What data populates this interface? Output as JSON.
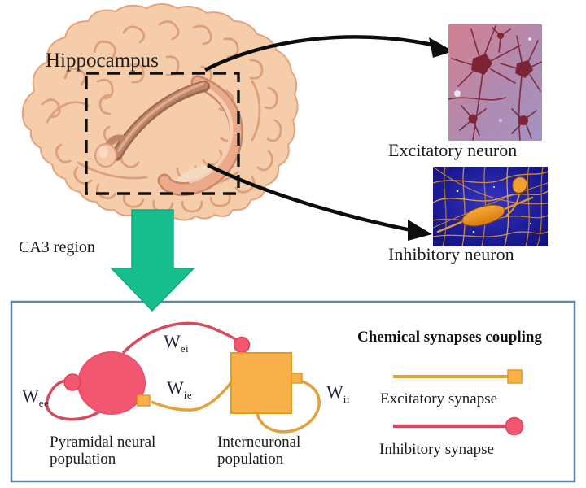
{
  "brain": {
    "hippocampus_label": "Hippocampus",
    "ca3_label": "CA3 region"
  },
  "neuron_images": {
    "excitatory_label": "Excitatory neuron",
    "inhibitory_label": "Inhibitory neuron"
  },
  "model": {
    "weights": {
      "wee": {
        "main": "W",
        "sub": "ee"
      },
      "wei": {
        "main": "W",
        "sub": "ei"
      },
      "wie": {
        "main": "W",
        "sub": "ie"
      },
      "wii": {
        "main": "W",
        "sub": "ii"
      }
    },
    "pyramidal_label": {
      "line1": "Pyramidal neural",
      "line2": "population"
    },
    "interneuronal_label": {
      "line1": "Interneuronal",
      "line2": "population"
    }
  },
  "legend": {
    "title": "Chemical synapses coupling",
    "items": [
      {
        "label": "Excitatory synapse",
        "terminal": "square"
      },
      {
        "label": "Inhibitory synapse",
        "terminal": "circle"
      }
    ]
  },
  "colors": {
    "pyramidal_pink": "#F2576F",
    "interneuron_orange": "#F7B04A",
    "excitatory_line": "#E1A23C",
    "inhibitory_line": "#D9495E",
    "green_arrow": "#16BD8D",
    "panel_border": "#5E86B5",
    "brain_fill": "#F6CDAA"
  }
}
